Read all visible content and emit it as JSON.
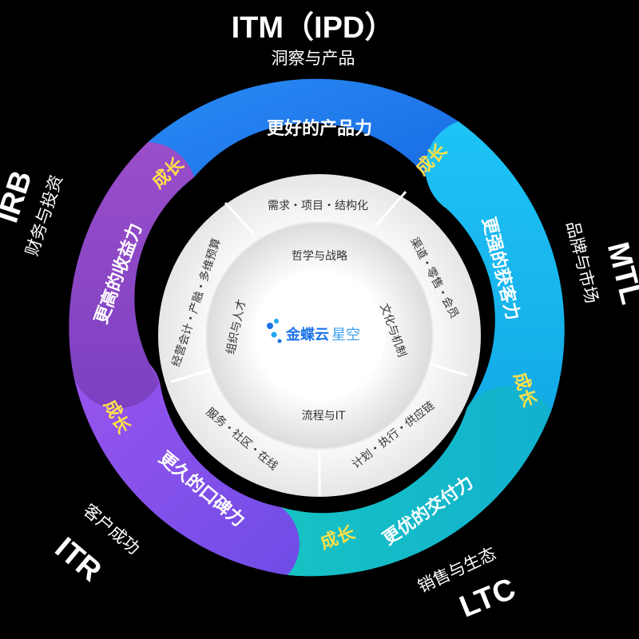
{
  "outer_labels": {
    "top": {
      "code": "ITM（IPD）",
      "desc": "洞察与产品"
    },
    "left": {
      "code": "IRB",
      "desc": "财务与投资"
    },
    "right": {
      "code": "MTL",
      "desc": "品牌与市场"
    },
    "bottom_left": {
      "code": "ITR",
      "desc": "客户成功"
    },
    "bottom_right": {
      "code": "LTC",
      "desc": "销售与生态"
    }
  },
  "petals": [
    {
      "title": "更好的产品力",
      "growth": "成长",
      "color": "#1e7ff0"
    },
    {
      "title": "更强的获客力",
      "growth": "成长",
      "color": "#19b8f0"
    },
    {
      "title": "更优的交付力",
      "growth": "成长",
      "color": "#16c2c6"
    },
    {
      "title": "更久的口碑力",
      "growth": "成长",
      "color": "#8a4fe8"
    },
    {
      "title": "更高的收益力",
      "growth": "成长",
      "color": "#8a46c8"
    }
  ],
  "middle_ring": [
    "需求・项目・结构化",
    "渠道・零售・会员",
    "计划・执行・供应链",
    "服务・社区・在线",
    "经营会计・产融・多维预算"
  ],
  "inner_ring": [
    "哲学与战略",
    "文化与机制",
    "流程与IT",
    "组织与人才"
  ],
  "center": {
    "brand_main": "金蝶云",
    "brand_sub": "星空"
  },
  "colors": {
    "background": "#000000",
    "growth_text": "#ffe14a",
    "ring_text": "#333333",
    "brand": "#1a73e8"
  }
}
